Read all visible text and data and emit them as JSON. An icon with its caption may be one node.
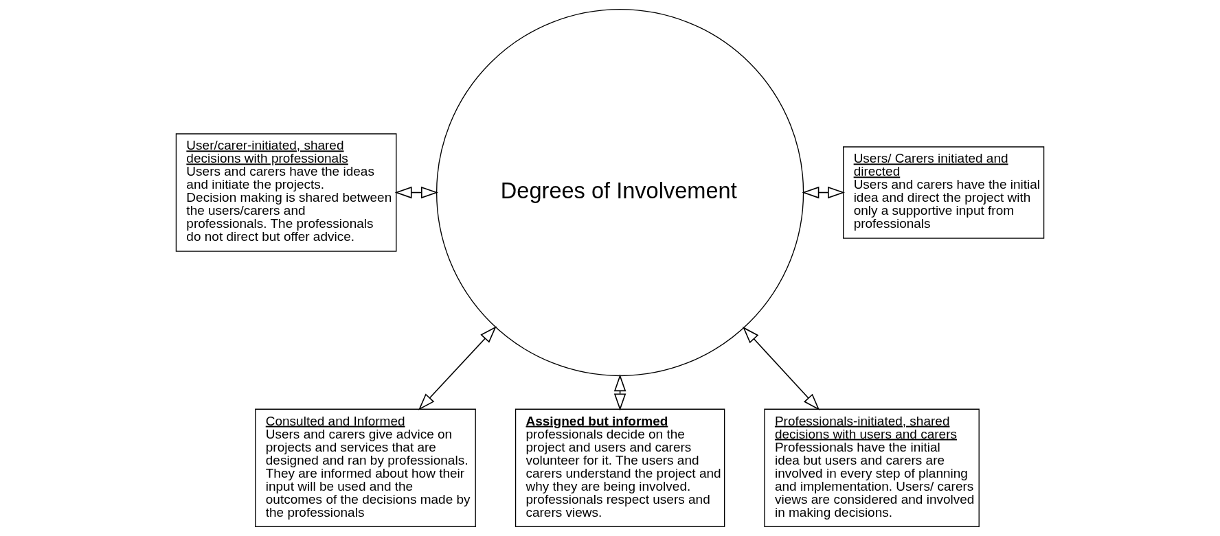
{
  "diagram": {
    "nodes": [
      {
        "text": [
          "Degrees of Involvement"
        ]
      },
      {
        "text": [
          "Assigned but informed",
          "professionals decide on the project and users and carers volunteer for it. The users and carers understand the project and why they are being involved. professionals respect users and carers views."
        ]
      },
      {
        "text": [
          "Consulted and Informed",
          "Users and carers give advice on projects and services that are designed and ran by professionals. They are informed about how their input will be used and the outcomes of the decisions made by the professionals"
        ]
      },
      {
        "text": [
          "Professionals-initiated, shared decisions with users and carers",
          "Professionals have the initial idea but users and carers are involved in every step of planning and implementation. Users/ carers views are considered and involved in making decisions."
        ]
      },
      {
        "text": [
          "User/carer-initiated, shared decisions with professionals",
          "Users and carers have the ideas and initiate the projects. Decision making is shared between the users/carers and professionals. The professionals do not direct but offer advice."
        ]
      },
      {
        "text": [
          "Users/ Carers initiated and directed",
          "Users and carers have the initial idea and direct the project with only a supportive input from professionals"
        ]
      }
    ],
    "edges": [
      {
        "from": 0,
        "to": 1,
        "arrow": "both"
      },
      {
        "from": 0,
        "to": 2,
        "arrow": "both"
      },
      {
        "from": 0,
        "to": 3,
        "arrow": "both"
      },
      {
        "from": 0,
        "to": 4,
        "arrow": "both"
      },
      {
        "from": 0,
        "to": 5,
        "arrow": "both"
      }
    ]
  }
}
